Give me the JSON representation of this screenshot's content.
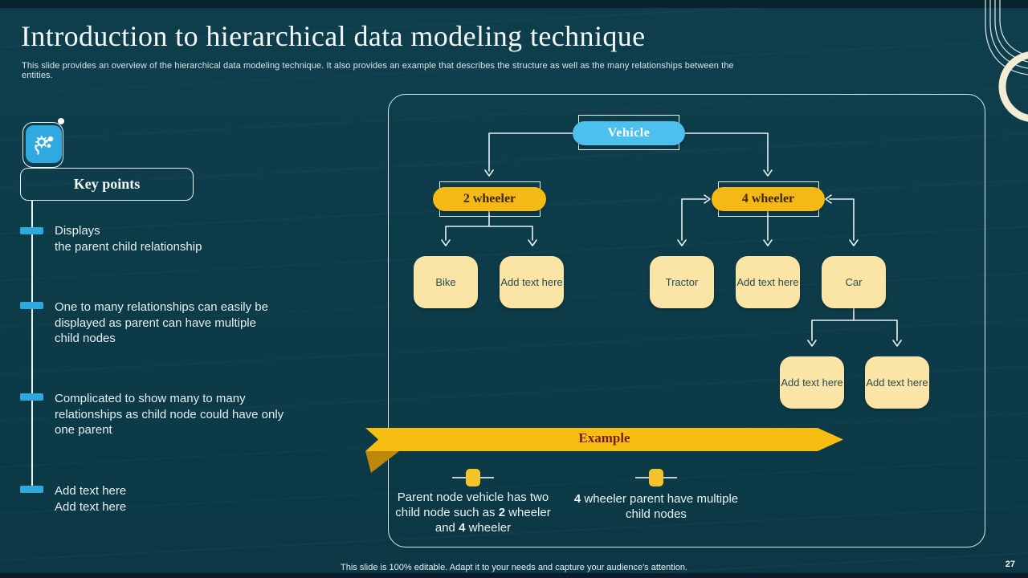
{
  "slide": {
    "title": "Introduction to hierarchical data modeling technique",
    "subtitle": "This slide provides an overview of the hierarchical data modeling technique. It also provides an example that describes the structure as well as the many relationships between the entities.",
    "footer": "This slide is 100% editable. Adapt it to your needs and capture your audience's attention.",
    "page_number": "27"
  },
  "key_points": {
    "heading": "Key points",
    "icon": "head-gear-icon",
    "items": [
      {
        "text": "Displays\nthe parent child relationship"
      },
      {
        "text": "One to many relationships can easily be\ndisplayed as parent can have multiple\nchild nodes"
      },
      {
        "text": "Complicated to show many to many\nrelationships as child node could have only\none parent"
      },
      {
        "text": "Add text here\nAdd text here"
      }
    ]
  },
  "diagram": {
    "nodes": {
      "vehicle": "Vehicle",
      "two_wheeler": "2 wheeler",
      "four_wheeler": "4 wheeler",
      "bike": "Bike",
      "tractor": "Tractor",
      "car": "Car",
      "placeholder": "Add text here"
    }
  },
  "example": {
    "banner": "Example",
    "notes": [
      {
        "segments": [
          "Parent node vehicle has two child node such as ",
          "2",
          " wheeler and ",
          "4",
          " wheeler"
        ]
      },
      {
        "segments": [
          "4",
          " wheeler parent have multiple child nodes"
        ]
      }
    ]
  },
  "colors": {
    "background": "#0D3B48",
    "accent_blue": "#4CC1EE",
    "accent_yellow": "#F4B914",
    "leaf_cream": "#FAE5A6",
    "ribbon_yellow": "#F7BE12",
    "ribbon_fold": "#BD880B",
    "ribbon_text": "#7A1C10",
    "connector_white": "#E9F2F4"
  }
}
